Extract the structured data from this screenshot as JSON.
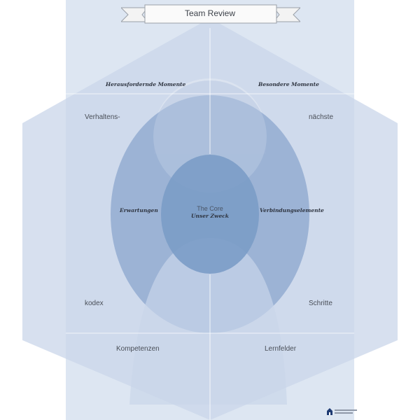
{
  "title": "Team Review",
  "quadrants": {
    "top_left": "Herausfordernde Momente",
    "top_right": "Besondere Momente"
  },
  "sides": {
    "left_top": "Verhaltens-",
    "left_bottom": "kodex",
    "right_top": "nächste",
    "right_bottom": "Schritte"
  },
  "middle": {
    "left": "Erwartungen",
    "right": "Verbindungselemente"
  },
  "core": {
    "line1": "The Core",
    "line2": "Unser Zweck"
  },
  "bottom": {
    "left": "Kompetenzen",
    "right": "Lernfelder"
  },
  "logo_icon": "house-logo-icon",
  "colors": {
    "page_bg": "#d8e2f0",
    "hexagon": "#c7d4e8",
    "ellipse_outer": "#93acd1",
    "ellipse_core": "#7b9cc6"
  }
}
